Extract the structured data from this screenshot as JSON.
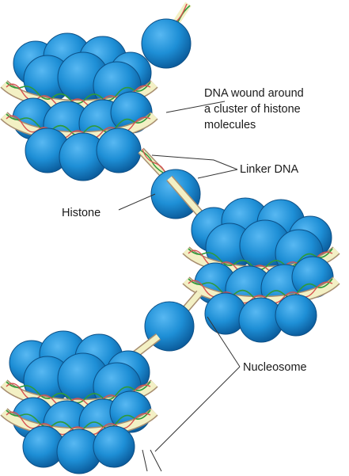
{
  "labels": {
    "dna_wound_line1": "DNA wound around",
    "dna_wound_line2": "a cluster of histone",
    "dna_wound_line3": "molecules",
    "linker_dna": "Linker DNA",
    "histone": "Histone",
    "nucleosome": "Nucleosome"
  },
  "colors": {
    "histone_fill": "#1e8fd6",
    "histone_shadow": "#0b5c9c",
    "dna_ribbon": "#f3f0c4",
    "dna_strand_green": "#2e9a3a",
    "dna_strand_red": "#d65050",
    "leader_lines": "#333333"
  }
}
